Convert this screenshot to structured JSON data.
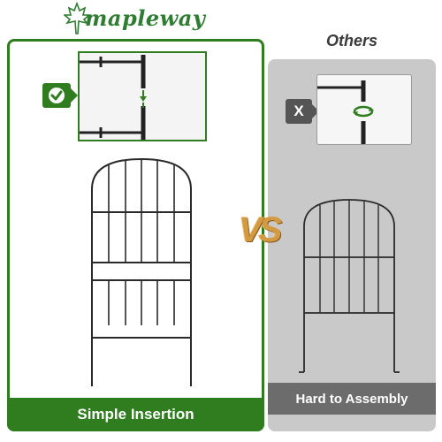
{
  "brand": {
    "name": "mapleway",
    "color": "#2e7d32",
    "icon": "maple-leaf-icon"
  },
  "left": {
    "label": "Simple Insertion",
    "accent": "#2f7d1f",
    "badge_icon": "checkmark-icon"
  },
  "right": {
    "title": "Others",
    "label": "Hard to Assembly",
    "badge": "X",
    "badge_icon": "x-mark-icon",
    "rotate_icon": "rotate-arrows-icon"
  },
  "versus": {
    "text": "VS",
    "color": "#d29a43"
  }
}
